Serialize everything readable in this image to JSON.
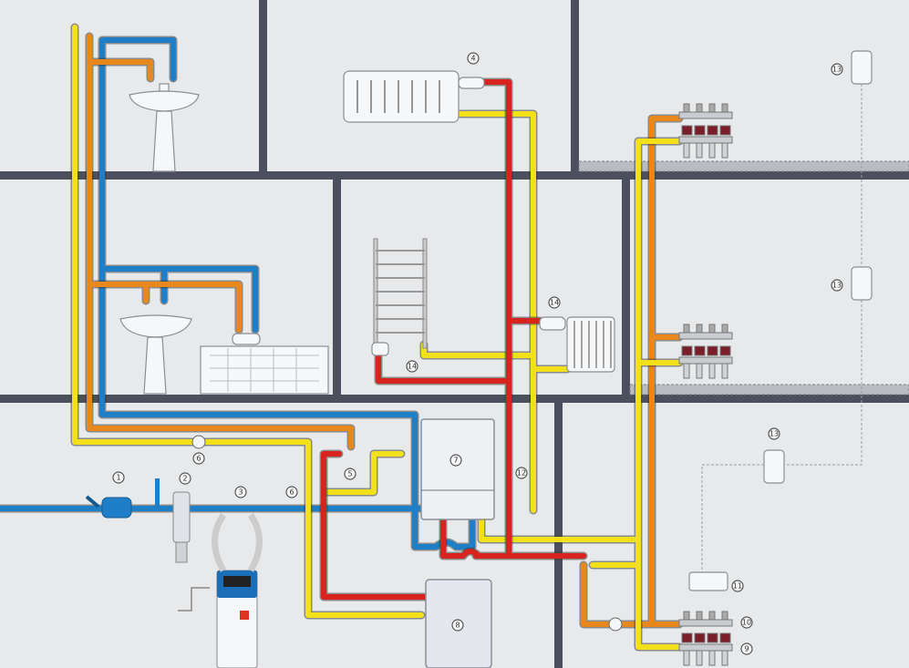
{
  "colors": {
    "background": "#e7e9eb",
    "wall": "#4b4f5e",
    "cold_water": "#1e7fc8",
    "hot_water": "#e8871c",
    "heating_supply": "#d8231f",
    "heating_return": "#f2e01a"
  },
  "labels": {
    "water_meter": "1",
    "filter": "2",
    "softener": "3",
    "radiator_valve": "4",
    "mixing_valve": "5",
    "pump": "6",
    "valve": "6",
    "boiler": "7",
    "tank": "8",
    "manifold_return": "9",
    "manifold_supply": "10",
    "controller": "11",
    "room_thermostat": "13",
    "thermostat_top": "13",
    "thermostat_mid": "13",
    "safety_group": "12",
    "towel_valve": "14",
    "rad_valve": "14"
  }
}
